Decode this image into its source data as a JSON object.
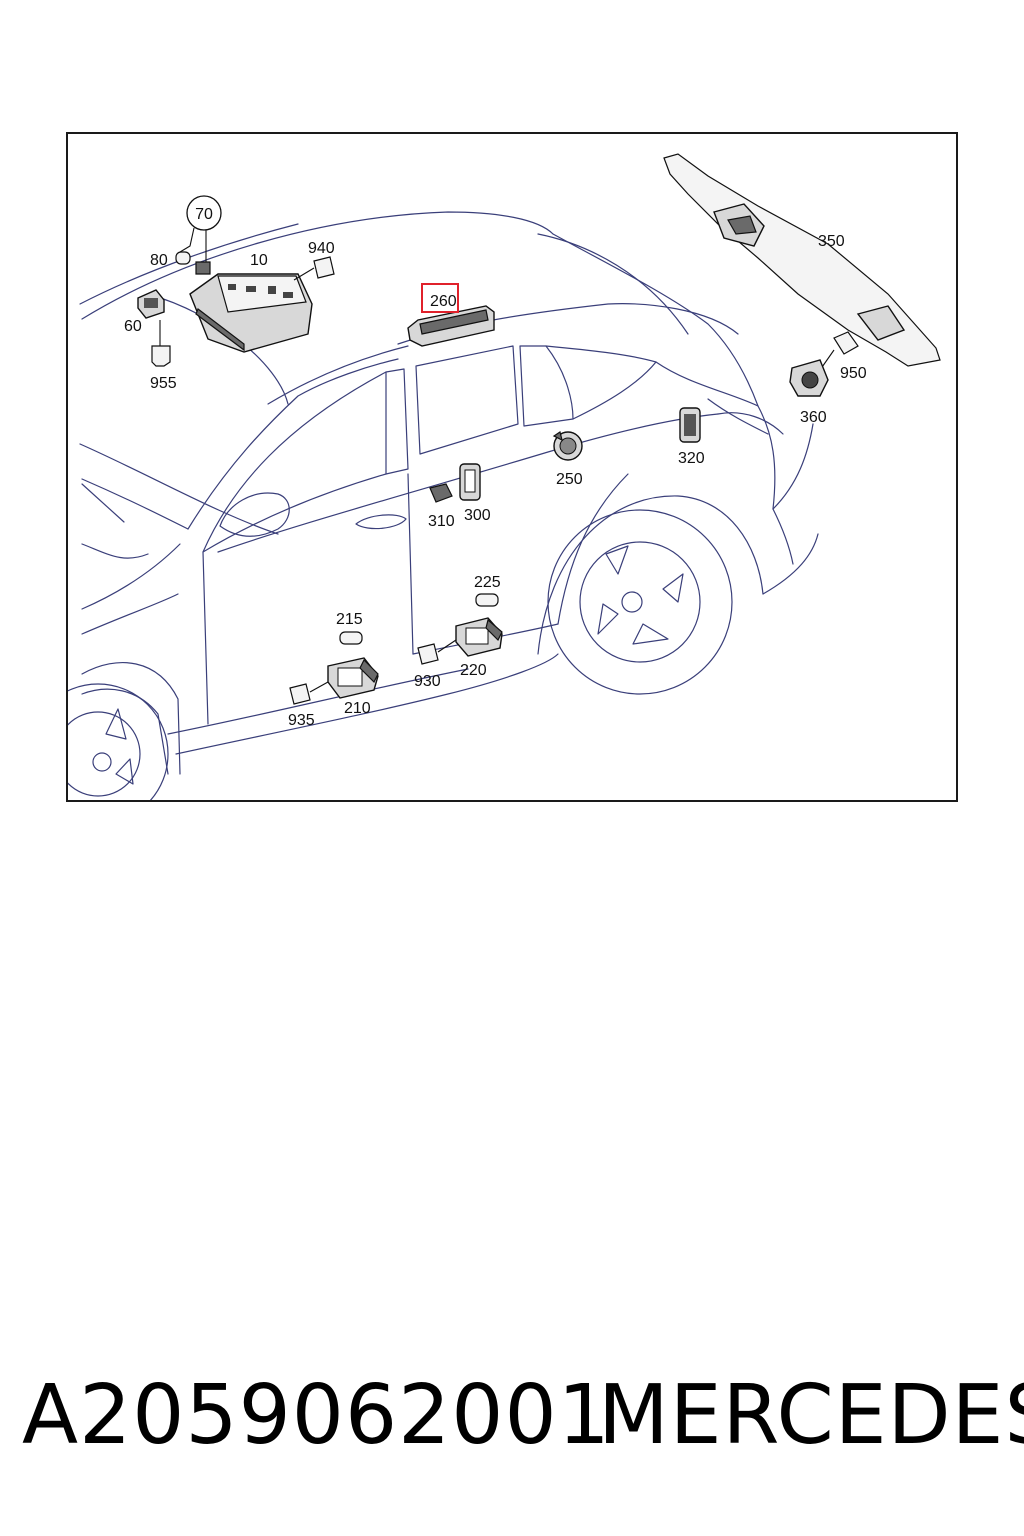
{
  "footer": {
    "part_number": "A2059062001",
    "brand": "MERCEDES"
  },
  "highlight": {
    "label": "260",
    "color": "#e0212b"
  },
  "callouts": {
    "c70": "70",
    "c80": "80",
    "c10": "10",
    "c940": "940",
    "c60": "60",
    "c955": "955",
    "c260": "260",
    "c350": "350",
    "c950": "950",
    "c360": "360",
    "c320": "320",
    "c250": "250",
    "c310": "310",
    "c300": "300",
    "c225": "225",
    "c215": "215",
    "c220": "220",
    "c930": "930",
    "c935": "935",
    "c210": "210"
  }
}
